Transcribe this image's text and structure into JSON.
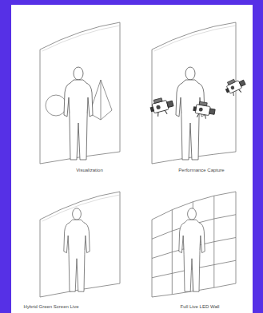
{
  "diagram": {
    "labels": [
      "Visualization",
      "Performance Capture",
      "Hybrid Green Screen Live",
      "Full Live LED Wall"
    ]
  }
}
